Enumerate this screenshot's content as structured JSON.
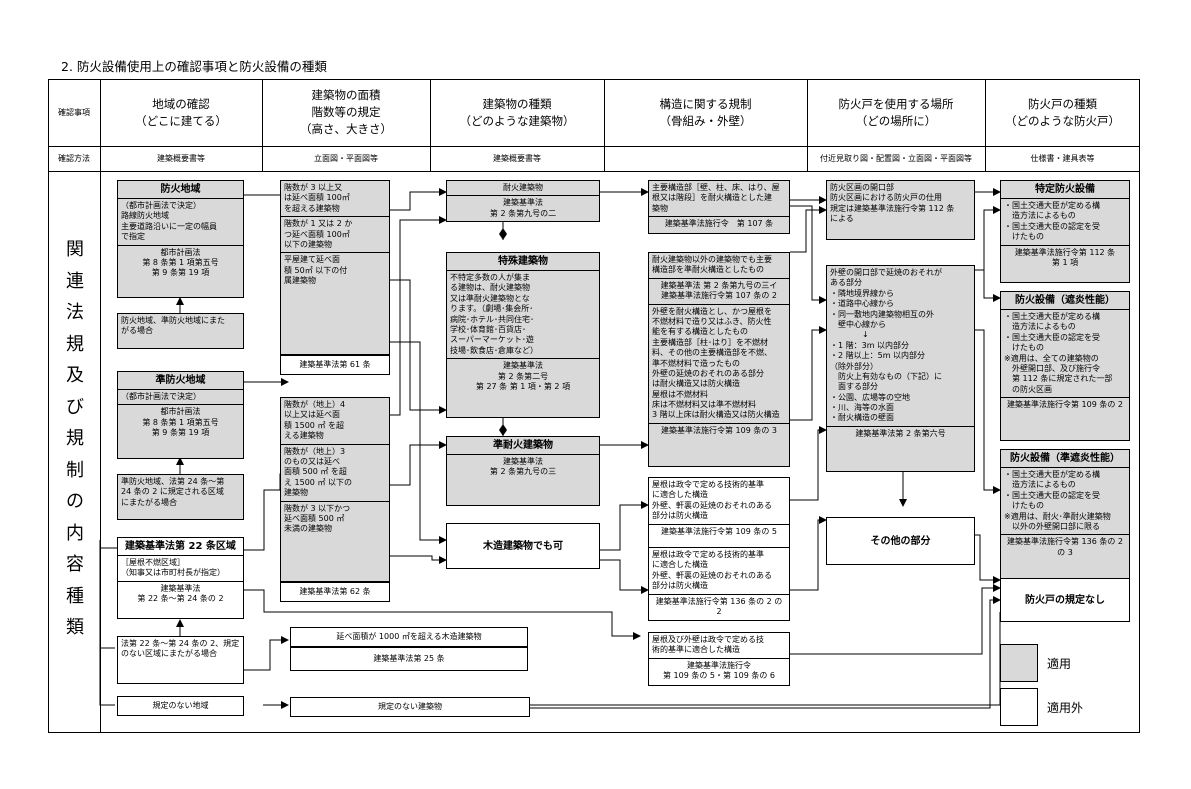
{
  "title": "2. 防火設備使用上の確認事項と防火設備の種類",
  "header": {
    "row1_label": "確認事項",
    "row2_label": "確認方法",
    "columns": [
      {
        "title": "地域の確認",
        "sub": "（どこに建てる）",
        "method": "建築概要書等"
      },
      {
        "title": "建築物の面積\n階数等の規定",
        "sub": "（高さ、大きさ）",
        "method": "立面図・平面図等"
      },
      {
        "title": "建築物の種類",
        "sub": "（どのような建築物）",
        "method": "建築概要書等"
      },
      {
        "title": "構造に関する規制",
        "sub": "（骨組み・外壁）",
        "method": ""
      },
      {
        "title": "防火戸を使用する場所",
        "sub": "（どの場所に）",
        "method": "付近見取り図・配置図・立面図・平面図等"
      },
      {
        "title": "防火戸の種類",
        "sub": "（どのような防火戸）",
        "method": "仕様書・建具表等"
      }
    ]
  },
  "side_label": [
    "関",
    "連",
    "法",
    "規",
    "及",
    "び",
    "規",
    "制",
    "の",
    "内",
    "容",
    "種",
    "類"
  ],
  "boxes": {
    "b_bouka": {
      "parts": [
        {
          "lines": [
            "防火地域"
          ],
          "big": true
        },
        {
          "lines": [
            "（都市計画法で決定）",
            "路線防火地域",
            "主要道路沿いに一定の幅員",
            "で指定"
          ]
        },
        {
          "lines": [
            "都市計画法",
            "第 8 条第 1 項第五号",
            "第 9 条第 19 項"
          ],
          "sep": true
        }
      ]
    },
    "b_bouka_note": {
      "parts": [
        {
          "lines": [
            "防火地域、準防火地域にまた",
            "がる場合"
          ]
        }
      ]
    },
    "b_jun": {
      "parts": [
        {
          "lines": [
            "準防火地域"
          ],
          "big": true
        },
        {
          "lines": [
            "（都市計画法で決定）"
          ]
        },
        {
          "lines": [
            "都市計画法",
            "第 8 条第 1 項第五号",
            "第 9 条第 19 項"
          ],
          "sep": true
        }
      ]
    },
    "b_jun_note": {
      "parts": [
        {
          "lines": [
            "準防火地域、法第 24 条〜第",
            "24 条の 2 に規定される区域",
            "にまたがる場合"
          ]
        }
      ]
    },
    "b_22": {
      "parts": [
        {
          "lines": [
            "建築基準法第 22 条区域"
          ],
          "big": true
        },
        {
          "lines": [
            "［屋根不燃区域］",
            "（知事又は市町村長が指定）"
          ]
        },
        {
          "lines": [
            "建築基準法",
            "第 22 条〜第 24 条の 2"
          ],
          "sep": true
        }
      ]
    },
    "b_22_note": {
      "parts": [
        {
          "lines": [
            "法第 22 条〜第 24 条の 2、規定",
            "のない区域にまたがる場合"
          ]
        }
      ]
    },
    "b_none_area": {
      "parts": [
        {
          "lines": [
            "規定のない地域"
          ]
        }
      ]
    },
    "b_size1": {
      "parts": [
        {
          "lines": [
            "階数が 3 以上又",
            "は延べ面積 100㎡",
            "を超える建築物"
          ]
        },
        {
          "lines": [
            "階数が 1 又は 2 か",
            "つ延べ面積 100㎡",
            "以下の建築物"
          ]
        },
        {
          "lines": [
            "平屋建て延べ面",
            "積 50㎡ 以下の付",
            "属建築物"
          ]
        }
      ]
    },
    "b_size1_law": {
      "parts": [
        {
          "lines": [
            "建築基準法第 61 条"
          ]
        }
      ]
    },
    "b_size2": {
      "parts": [
        {
          "lines": [
            "階数が（地上）4",
            "以上又は延べ面",
            "積 1500 ㎡ を超",
            "える建築物"
          ]
        },
        {
          "lines": [
            "階数が（地上）3",
            "のもの又は延べ",
            "面積 500 ㎡ を超",
            "え 1500 ㎡ 以下の",
            "建築物"
          ]
        },
        {
          "lines": [
            "階数が 3 以下かつ",
            "延べ面積 500 ㎡",
            "未満の建築物"
          ]
        }
      ]
    },
    "b_size2_law": {
      "parts": [
        {
          "lines": [
            "建築基準法第 62 条"
          ]
        }
      ]
    },
    "b_wood1000": {
      "parts": [
        {
          "lines": [
            "延べ面積が 1000 ㎡を超える木造建築物"
          ]
        }
      ]
    },
    "b_law25": {
      "parts": [
        {
          "lines": [
            "建築基準法第 25 条"
          ]
        }
      ]
    },
    "b_none_bldg": {
      "parts": [
        {
          "lines": [
            "規定のない建築物"
          ]
        }
      ]
    },
    "b_taika": {
      "parts": [
        {
          "lines": [
            "耐火建築物"
          ]
        },
        {
          "lines": [
            "建築基準法",
            "第 2 条第九号の二"
          ]
        }
      ]
    },
    "b_tokushu": {
      "parts": [
        {
          "lines": [
            "特殊建築物"
          ],
          "big": true
        },
        {
          "lines": [
            "不特定多数の人が集ま",
            "る建物は、耐火建築物",
            "又は準耐火建築物とな",
            "ります。（劇場･集会所･",
            "病院･ホテル･共同住宅･",
            "学校･体育館･百貨店･",
            "スーパーマーケット･遊",
            "技場･飲食店･倉庫など）"
          ]
        },
        {
          "lines": [
            "建築基準法",
            "第 2 条第二号",
            "第 27 条 第 1 項・第 2 項"
          ],
          "sep": true
        }
      ]
    },
    "b_juntaika": {
      "parts": [
        {
          "lines": [
            "準耐火建築物"
          ],
          "big": true
        },
        {
          "lines": [
            "建築基準法",
            "第 2 条第九号の三"
          ],
          "sep": true
        }
      ]
    },
    "b_mokuzou": {
      "parts": [
        {
          "lines": [
            "木造建築物でも可"
          ],
          "big": true
        }
      ]
    },
    "s1": {
      "parts": [
        {
          "lines": [
            "主要構造部［壁、柱、床、はり、屋",
            "根又は階段］を耐火構造とした建",
            "築物"
          ]
        },
        {
          "lines": [
            "建築基準法施行令　第 107 条"
          ]
        }
      ]
    },
    "s2": {
      "parts": [
        {
          "lines": [
            "耐火建築物以外の建築物でも主要",
            "構造部を準耐火構造としたもの"
          ]
        },
        {
          "lines": [
            "建築基準法 第 2 条第九号の三イ",
            "建築基準法施行令第 107 条の 2"
          ]
        },
        {
          "lines": [
            "外壁を耐火構造とし、かつ屋根を",
            "不燃材料で造り又はふき、防火性",
            "能を有する構造としたもの",
            "主要構造部［柱･はり］を不燃材",
            "料、その他の主要構造部を不燃、",
            "準不燃材料で造ったもの",
            "外壁の延焼のおそれのある部分",
            "は耐火構造又は防火構造",
            "屋根は不燃材料",
            "床は不燃材料又は準不燃材料",
            "3 階以上床は耐火構造又は防火構造"
          ]
        },
        {
          "lines": [
            "建築基準法施行令第 109 条の 3"
          ]
        }
      ]
    },
    "s3": {
      "parts": [
        {
          "lines": [
            "屋根は政令で定める技術的基準",
            "に適合した構造",
            "外壁、軒裏の延焼のおそれのある",
            "部分は防火構造"
          ]
        },
        {
          "lines": [
            "建築基準法施行令第 109 条の 5"
          ]
        }
      ]
    },
    "s4": {
      "parts": [
        {
          "lines": [
            "屋根は政令で定める技術的基準",
            "に適合した構造",
            "外壁、軒裏の延焼のおそれのある",
            "部分は防火構造"
          ]
        },
        {
          "lines": [
            "建築基準法施行令第 136 条の 2 の 2"
          ]
        }
      ]
    },
    "s5": {
      "parts": [
        {
          "lines": [
            "屋根及び外壁は政令で定める技",
            "術的基準に適合した構造"
          ]
        },
        {
          "lines": [
            "建築基準法施行令",
            "第 109 条の 5・第 109 条の 6"
          ]
        }
      ]
    },
    "p1": {
      "parts": [
        {
          "lines": [
            "防火区画の開口部",
            "防火区画における防火戸の仕用",
            "規定は建築基準法施行令第 112 条",
            "による"
          ]
        }
      ]
    },
    "p2": {
      "parts": [
        {
          "lines": [
            "外壁の開口部で延焼のおそれが",
            "ある部分",
            "・隣地境界線から",
            "・道路中心線から",
            "・同一敷地内建築物相互の外",
            "　壁中心線から",
            "　　　　↓",
            "・1 階：3m 以内部分",
            "・2 階以上：5m 以内部分",
            "（除外部分）",
            "　防火上有効なもの（下記）に",
            "　面する部分",
            "・公園、広場等の空地",
            "・川、海等の水面",
            "・耐火構造の壁面"
          ]
        },
        {
          "lines": [
            "建築基準法第 2 条第六号"
          ]
        }
      ]
    },
    "p3": {
      "parts": [
        {
          "lines": [
            "その他の部分"
          ],
          "big": true
        }
      ]
    },
    "t1": {
      "parts": [
        {
          "lines": [
            "特定防火設備"
          ],
          "big": true
        },
        {
          "lines": [
            "・国土交通大臣が定める構",
            "　造方法によるもの",
            "・国土交通大臣の認定を受",
            "　けたもの"
          ]
        },
        {
          "lines": [
            "建築基準法施行令第 112 条",
            "第 1 項"
          ],
          "sep": true
        }
      ]
    },
    "t2": {
      "parts": [
        {
          "lines": [
            "防火設備（遮炎性能）"
          ],
          "big": true
        },
        {
          "lines": [
            "・国土交通大臣が定める構",
            "　造方法によるもの",
            "・国土交通大臣の認定を受",
            "　けたもの",
            " ",
            "※適用は、全ての建築物の",
            "　外壁開口部、及び施行令",
            "　第 112 条に規定された一部",
            "　の防火区画"
          ]
        },
        {
          "lines": [
            "建築基準法施行令第 109 条の 2"
          ],
          "sep": true
        }
      ]
    },
    "t3": {
      "parts": [
        {
          "lines": [
            "防火設備（準遮炎性能）"
          ],
          "big": true
        },
        {
          "lines": [
            "・国土交通大臣が定める構",
            "　造方法によるもの",
            "・国土交通大臣の認定を受",
            "　けたもの",
            " ",
            "※適用は、耐火･準耐火建築物",
            "　以外の外壁開口部に限る"
          ]
        },
        {
          "lines": [
            "建築基準法施行令第 136 条の 2 の 3"
          ],
          "sep": true
        }
      ]
    },
    "t4": {
      "parts": [
        {
          "lines": [
            "防火戸の規定なし"
          ],
          "big": true
        }
      ]
    }
  },
  "legend": {
    "applied": "適用",
    "not_applied": "適用外"
  },
  "colors": {
    "applied_fill": "#d9d9d9",
    "line": "#000000"
  }
}
